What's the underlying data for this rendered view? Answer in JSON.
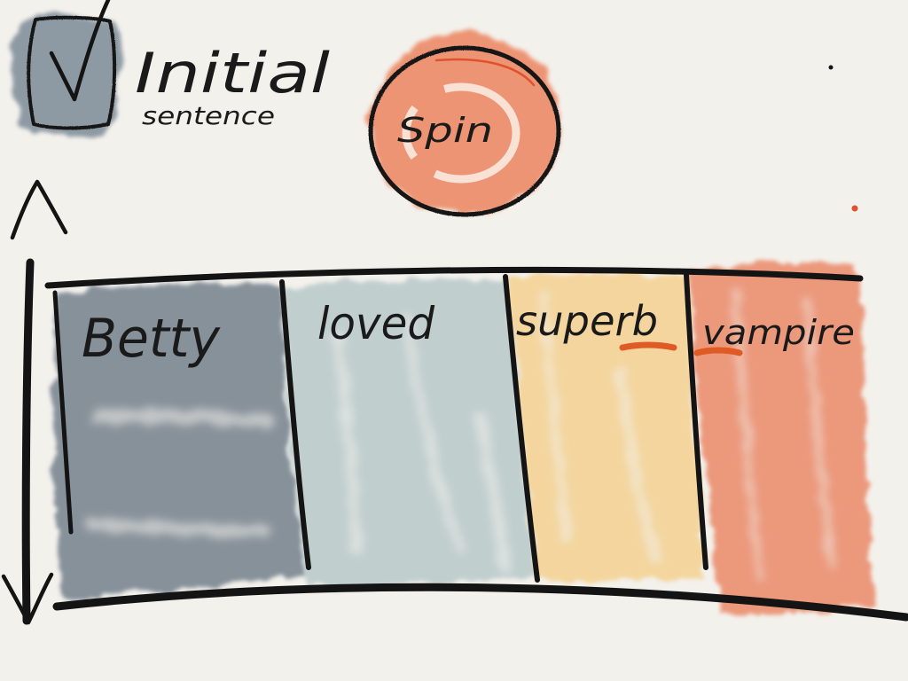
{
  "title": {
    "main": "Initial",
    "sub": "sentence"
  },
  "spin_button": {
    "label": "Spin",
    "fill_color": "#ec8a66",
    "accent_color": "#e0522c"
  },
  "checkbox": {
    "checked": true,
    "fill_color": "#7d8b97"
  },
  "scroll": {
    "up_icon": "caret-up-icon",
    "track_icon": "double-arrow-icon"
  },
  "word_columns": [
    {
      "word": "Betty",
      "color": "#6f7d89",
      "underlined": false
    },
    {
      "word": "loved",
      "color": "#b4c6c7",
      "underlined": false
    },
    {
      "word": "superb",
      "color": "#f4cf8a",
      "underlined": true
    },
    {
      "word": "vampire",
      "color": "#ea8563",
      "underlined": true
    }
  ],
  "colors": {
    "paper": "#f3f1ec",
    "ink": "#141414",
    "underline": "#df5a25"
  }
}
